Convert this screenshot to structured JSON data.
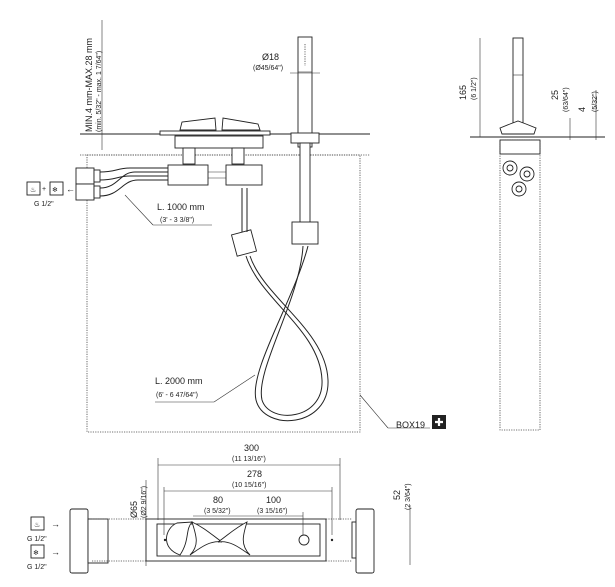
{
  "front_view": {
    "deck_thickness_label": "MIN.4 mm-MAX.28 mm",
    "deck_thickness_label_imperial": "(min. 5/32\" - max. 1 7/64\")",
    "handshower_diameter": "Ø18",
    "handshower_diameter_imperial": "(Ø45/64\")",
    "inlet_thread": "G 1/2\"",
    "inlet_hose_length": "L. 1000 mm",
    "inlet_hose_length_imperial": "(3' - 3 3/8\")",
    "shower_hose_length": "L. 2000 mm",
    "shower_hose_length_imperial": "(6' - 6 47/64\")",
    "box_label": "BOX19",
    "box_icon": "plus-icon"
  },
  "side_view": {
    "height": "165",
    "height_imperial": "(6 1/2\")",
    "spout_height": "25",
    "spout_height_imperial": "(63/64\")",
    "plate_thickness": "4",
    "plate_thickness_imperial": "(5/32\")"
  },
  "top_view": {
    "overall_width": "300",
    "overall_width_imperial": "(11 13/16\")",
    "plate_width": "278",
    "plate_width_imperial": "(10 15/16\")",
    "handle_spacing": "80",
    "handle_spacing_imperial": "(3 5/32\")",
    "handle_to_outlet": "100",
    "handle_to_outlet_imperial": "(3 15/16\")",
    "body_diameter": "Ø65",
    "body_diameter_imperial": "(Ø2 9/16\")",
    "plate_depth": "52",
    "plate_depth_imperial": "(2 3/64\")",
    "hot_inlet_thread": "G 1/2\"",
    "cold_inlet_thread": "G 1/2\""
  }
}
